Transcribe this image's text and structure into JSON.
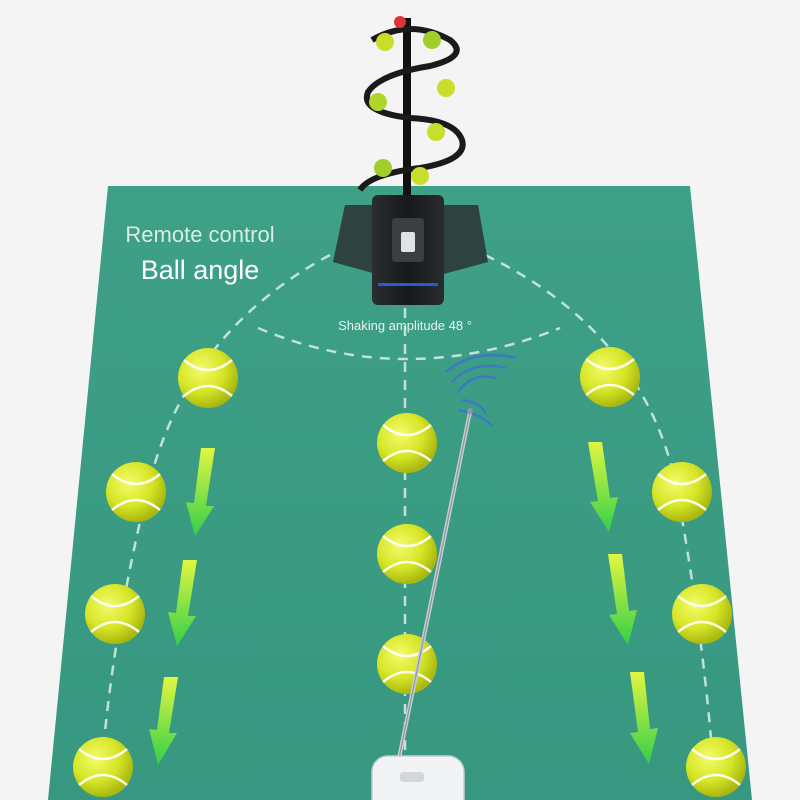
{
  "caption": {
    "line1": "Remote control",
    "line2": "Ball angle"
  },
  "amplitude_label": "Shaking amplitude 48 °",
  "colors": {
    "court": "#3a9a82",
    "court_edge": "#2f8a73",
    "ball": "#d9e62a",
    "ball_seam": "#ffffff",
    "arrow_top": "#e0f542",
    "arrow_bottom": "#3fd14a",
    "machine_body": "#1b1d1f",
    "dashed_line": "#d8efe6"
  }
}
